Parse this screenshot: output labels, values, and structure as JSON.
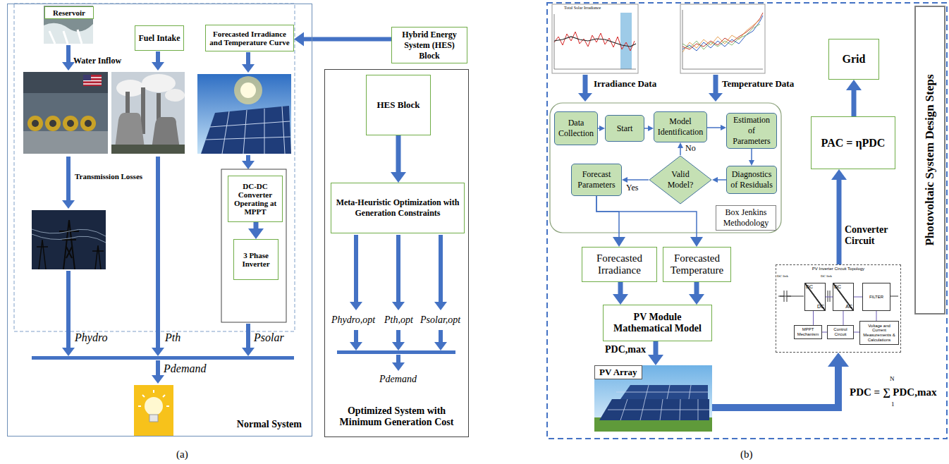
{
  "diagram": {
    "nodes": [
      {
        "text": [
          "Normal System"
        ]
      },
      {
        "text": [
          "Reservoir"
        ],
        "in": 0
      },
      {
        "text": [
          "Fuel Intake"
        ],
        "in": 0
      },
      {
        "text": [
          "Forecasted Irradiance and Temperature Curve"
        ],
        "in": 0
      },
      {
        "text": [
          "DC-DC Converter Operating at MPPT"
        ],
        "in": 0
      },
      {
        "text": [
          "3 Phase Inverter"
        ],
        "in": 0
      },
      {
        "text": [
          "Hybrid Energy System (HES) Block"
        ]
      },
      {
        "text": [
          "Optimized System with Minimum Generation Cost"
        ]
      },
      {
        "text": [
          "HES Block"
        ],
        "in": 7
      },
      {
        "text": [
          "Meta-Heuristic Optimization with Generation Constraints"
        ],
        "in": 7
      },
      {
        "text": [
          "Photovoltaic System Design Steps"
        ]
      },
      {
        "text": [
          "Grid"
        ]
      },
      {
        "text": [
          "Data Collection"
        ]
      },
      {
        "text": [
          "Start"
        ]
      },
      {
        "text": [
          "Model Identification"
        ]
      },
      {
        "text": [
          "Estimation of Parameters"
        ]
      },
      {
        "text": [
          "Forecast Parameters"
        ]
      },
      {
        "text": [
          "Valid Model?"
        ]
      },
      {
        "text": [
          "Diagnostics of Residuals"
        ]
      },
      {
        "text": [
          "Box Jenkins Methodology"
        ]
      },
      {
        "text": [
          "Forecasted Irradiance"
        ]
      },
      {
        "text": [
          "Forecasted Temperature"
        ]
      },
      {
        "text": [
          "PAC = ηPDC"
        ]
      },
      {
        "text": [
          "PV Module Mathematical Model"
        ]
      },
      {
        "text": [
          "PV Inverter Circuit Topology"
        ]
      },
      {
        "text": [
          "DC",
          "DC"
        ],
        "in": 24
      },
      {
        "text": [
          "DC",
          "AC"
        ],
        "in": 24
      },
      {
        "text": [
          "FILTER"
        ],
        "in": 24
      },
      {
        "text": [
          "MPPT Mechanism"
        ],
        "in": 24
      },
      {
        "text": [
          "Control Circuit"
        ],
        "in": 24
      },
      {
        "text": [
          "Voltage and Current Measurements & Calculations"
        ],
        "in": 24
      },
      {
        "text": [
          "PV Array"
        ]
      }
    ],
    "edges": [
      {
        "from": 6,
        "to": 3,
        "arrow": "to"
      },
      {
        "from": 4,
        "to": 5,
        "arrow": "to"
      },
      {
        "from": 8,
        "to": 9,
        "arrow": "to"
      },
      {
        "from": 12,
        "to": 13,
        "arrow": "to"
      },
      {
        "from": 13,
        "to": 14,
        "arrow": "to"
      },
      {
        "from": 14,
        "to": 15,
        "arrow": "to"
      },
      {
        "from": 15,
        "to": 18,
        "arrow": "to"
      },
      {
        "from": 18,
        "to": 17,
        "arrow": "to"
      },
      {
        "from": 17,
        "to": 14,
        "label": "No",
        "arrow": "to"
      },
      {
        "from": 17,
        "to": 16,
        "label": "Yes",
        "arrow": "to"
      },
      {
        "from": 16,
        "to": 20,
        "arrow": "to"
      },
      {
        "from": 16,
        "to": 21,
        "arrow": "to"
      },
      {
        "from": 20,
        "to": 23,
        "arrow": "to"
      },
      {
        "from": 21,
        "to": 23,
        "arrow": "to"
      },
      {
        "from": 23,
        "to": 31,
        "arrow": "to"
      },
      {
        "from": 31,
        "to": 24,
        "arrow": "to"
      },
      {
        "from": 24,
        "to": 22,
        "arrow": "to"
      },
      {
        "from": 22,
        "to": 11,
        "arrow": "to"
      },
      {
        "from": 25,
        "to": 26,
        "arrow": "none"
      },
      {
        "from": 26,
        "to": 27,
        "arrow": "none"
      },
      {
        "from": 28,
        "to": 25,
        "arrow": "none"
      },
      {
        "from": 29,
        "to": 26,
        "arrow": "none"
      },
      {
        "from": 30,
        "to": 27,
        "arrow": "none"
      },
      {
        "from": 28,
        "to": 29,
        "arrow": "none"
      },
      {
        "from": 29,
        "to": 30,
        "arrow": "none"
      }
    ],
    "labels": [
      "Water Inflow",
      "Transmission Losses",
      "Phydro",
      "Pth",
      "Psolar",
      "Pdemand",
      "Phydro,opt",
      "Pth,opt",
      "Psolar,opt",
      "Pdemand",
      "(a)",
      "Total Solar Irradiance",
      "Irradiance Data",
      "Temperature Data",
      "PDC,max",
      "Converter Circuit",
      "PDC = ∑ PDC,max",
      "N",
      "1",
      "DC link",
      "DC link",
      "(b)"
    ]
  }
}
